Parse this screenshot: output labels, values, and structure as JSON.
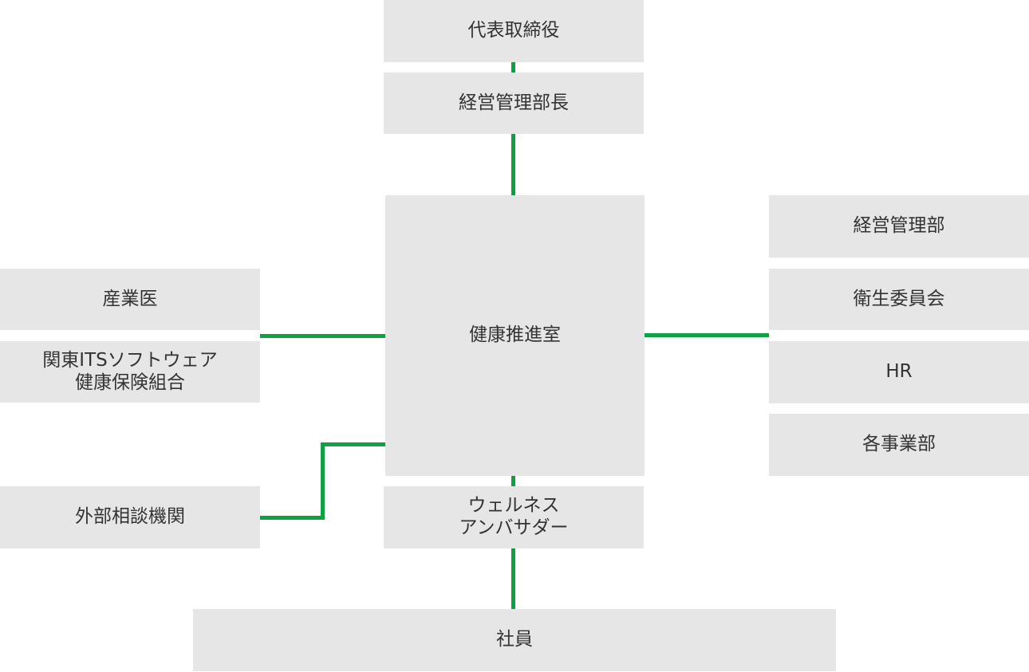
{
  "colors": {
    "box_fill": "#e6e6e6",
    "connector": "#0ea043",
    "text": "#333333"
  },
  "nodes": {
    "ceo": "代表取締役",
    "admin_head": "経営管理部長",
    "health_office": "健康推進室",
    "admin_dept": "経営管理部",
    "health_committee": "衛生委員会",
    "hr": "HR",
    "business_units": "各事業部",
    "occupational_doctor": "産業医",
    "insurance_union": "関東ITSソフトウェア\n健康保険組合",
    "external_consult": "外部相談機関",
    "wellness_ambassador": "ウェルネス\nアンバサダー",
    "employees": "社員"
  }
}
